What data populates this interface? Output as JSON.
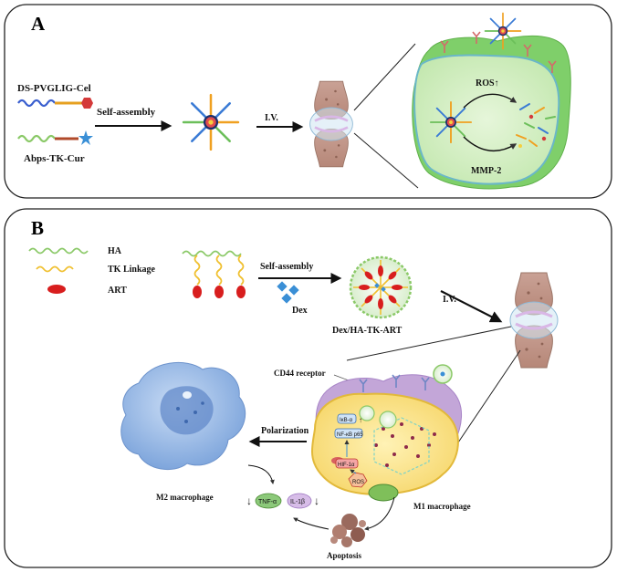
{
  "panel_a": {
    "label": "A",
    "polymer_1": "DS-PVGLIG-Cel",
    "polymer_2": "Abps-TK-Cur",
    "step_self_assembly": "Self-assembly",
    "step_iv": "I.V.",
    "trigger_ros": "ROS↑",
    "trigger_mmp": "MMP-2"
  },
  "panel_b": {
    "label": "B",
    "legend_ha": "HA",
    "legend_tk": "TK Linkage",
    "legend_art": "ART",
    "step_self_assembly": "Self-assembly",
    "drug_dex": "Dex",
    "nanoparticle_label": "Dex/HA-TK-ART",
    "step_iv": "I.V.",
    "cd44_label": "CD44 receptor",
    "polarization": "Polarization",
    "m2_label": "M2 macrophage",
    "m1_label": "M1 macrophage",
    "apoptosis": "Apoptosis",
    "ikb": "IκB-α",
    "nfkb": "NF-κB p65",
    "hif": "HIF-1α",
    "ros": "ROS",
    "tnf": "TNF-α",
    "il1b": "IL-1β",
    "down_arrow": "↓",
    "up_arrow": "↑"
  }
}
